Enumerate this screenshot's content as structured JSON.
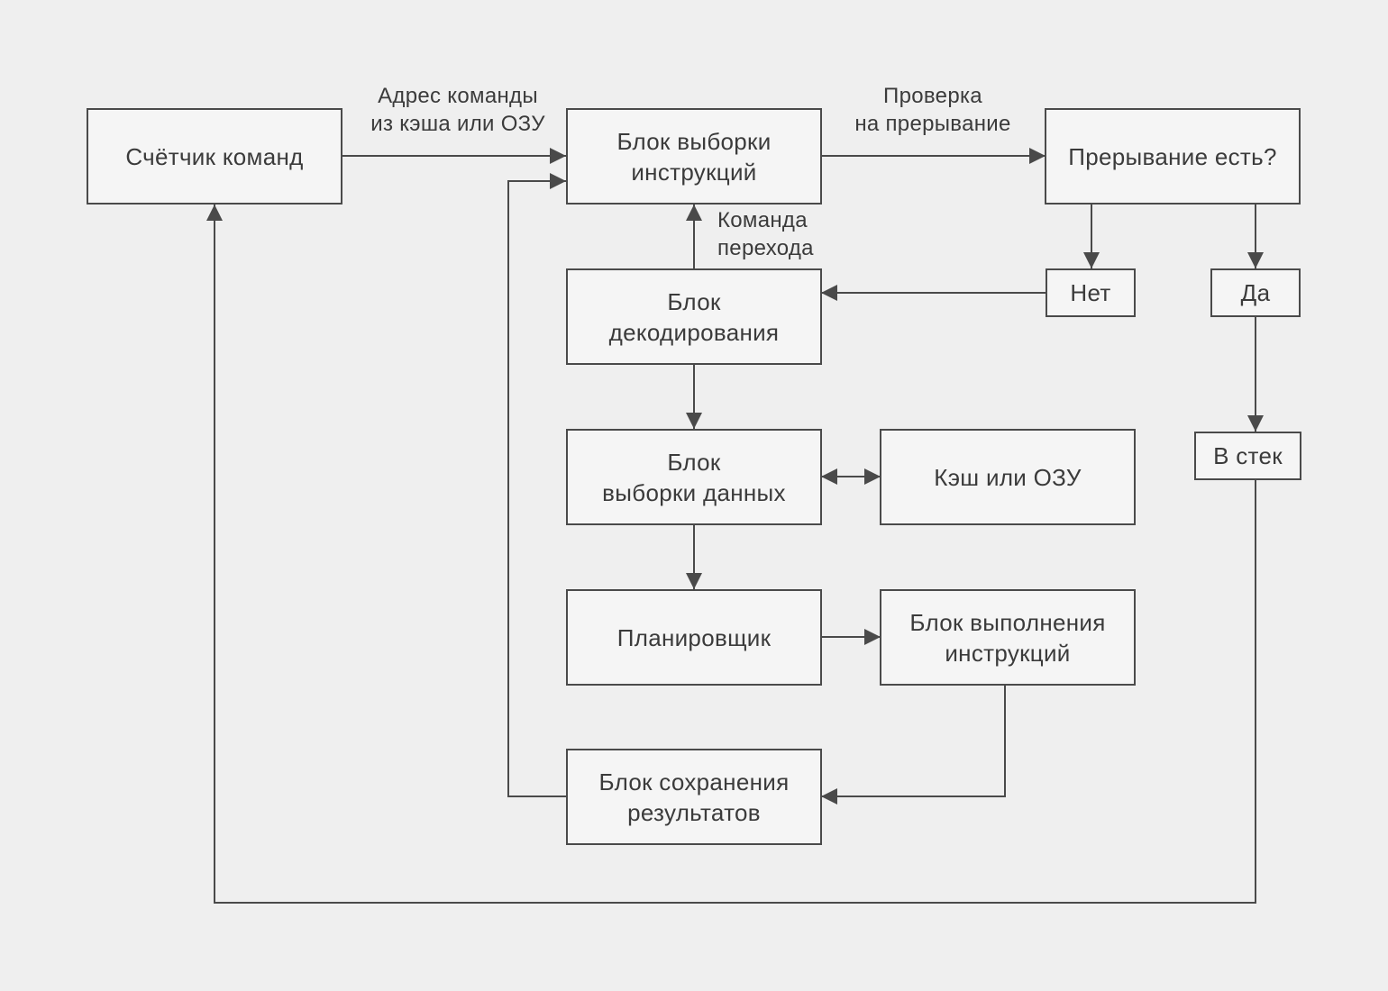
{
  "nodes": {
    "program_counter": "Счётчик команд",
    "fetch_unit": "Блок выборки\nинструкций",
    "interrupt_check": "Прерывание есть?",
    "no": "Нет",
    "yes": "Да",
    "decode_unit": "Блок\nдекодирования",
    "data_fetch_unit": "Блок\nвыборки данных",
    "cache_ram": "Кэш или ОЗУ",
    "scheduler": "Планировщик",
    "execution_unit": "Блок выполнения\nинструкций",
    "to_stack": "В стек",
    "writeback_unit": "Блок сохранения\nрезультатов"
  },
  "edge_labels": {
    "address_from_cache": "Адрес команды\nиз кэша или ОЗУ",
    "interrupt_check": "Проверка\nна прерывание",
    "branch_command": "Команда\nперехода"
  },
  "colors": {
    "background": "#efefef",
    "box_fill": "#f5f5f5",
    "stroke": "#4a4a4a",
    "text": "#3b3b3b"
  }
}
